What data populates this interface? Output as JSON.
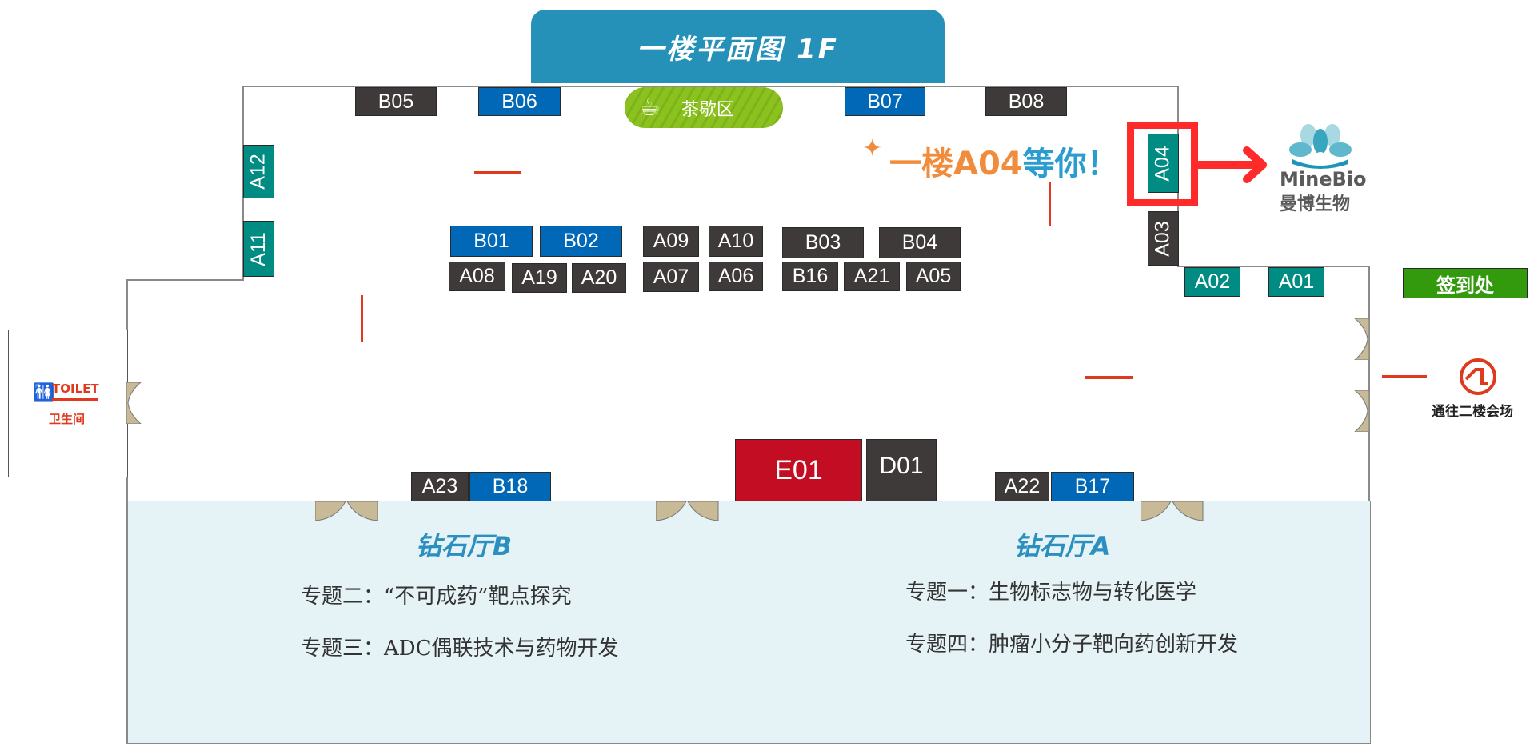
{
  "header": {
    "title": "一楼平面图  1F"
  },
  "tea_area": {
    "label": "茶歇区",
    "icon": "coffee-cup-icon"
  },
  "promo": {
    "prefix": "一楼A04",
    "suffix": "等你！",
    "prefix_color": "#f08c3c",
    "suffix_color": "#2a9ccf"
  },
  "highlight_booth": "A04",
  "brand": {
    "name": "MineBio",
    "name_cn": "曼博生物",
    "icon": "minebio-logo"
  },
  "checkin": {
    "label": "签到处",
    "color": "#339a0e"
  },
  "stairs": {
    "label": "通往二楼会场",
    "icon": "escalator-icon"
  },
  "toilet": {
    "label_en": "TOILET",
    "label_cn": "卫生间",
    "icon": "restroom-icon"
  },
  "booths": {
    "B05": "B05",
    "B06": "B06",
    "B07": "B07",
    "B08": "B08",
    "A12": "A12",
    "A11": "A11",
    "B01": "B01",
    "B02": "B02",
    "A09": "A09",
    "A10": "A10",
    "B03": "B03",
    "B04": "B04",
    "A08": "A08",
    "A19": "A19",
    "A20": "A20",
    "A07": "A07",
    "A06": "A06",
    "B16": "B16",
    "A21": "A21",
    "A05": "A05",
    "A04": "A04",
    "A03": "A03",
    "A02": "A02",
    "A01": "A01",
    "A23": "A23",
    "B18": "B18",
    "E01": "E01",
    "D01": "D01",
    "A22": "A22",
    "B17": "B17"
  },
  "halls": [
    {
      "name": "钻石厅B",
      "topics": [
        "专题二：“不可成药”靶点探究",
        "专题三：ADC偶联技术与药物开发"
      ]
    },
    {
      "name": "钻石厅A",
      "topics": [
        "专题一：生物标志物与转化医学",
        "专题四：肿瘤小分子靶向药创新开发"
      ]
    }
  ],
  "colors": {
    "booth_dark": "#3e3a39",
    "booth_blue": "#0068b7",
    "booth_teal": "#008c82",
    "booth_red": "#c30d23",
    "header": "#2591b9",
    "hall_bg": "#e6f3f6"
  }
}
